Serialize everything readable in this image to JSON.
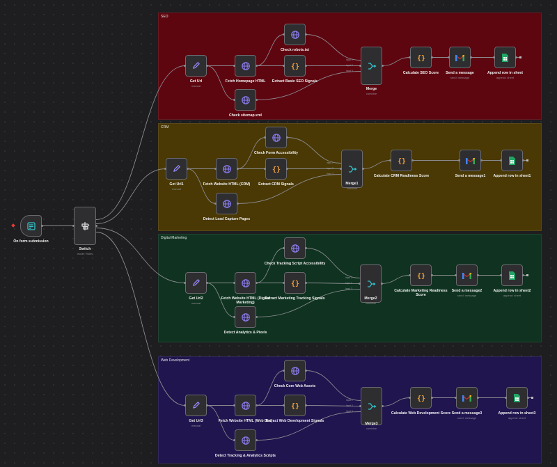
{
  "groups": [
    {
      "label": "SEO",
      "color": "#5e0610"
    },
    {
      "label": "CRM",
      "color": "#4a3905"
    },
    {
      "label": "Digital Marketing",
      "color": "#0f3320"
    },
    {
      "label": "Web Development",
      "color": "#21154f"
    }
  ],
  "trigger": {
    "label": "On form submission"
  },
  "switch": {
    "label": "Switch",
    "sub": "mode: Rules"
  },
  "seo": {
    "get_url": {
      "label": "Get Url",
      "sub": "manual"
    },
    "fetch": {
      "label": "Fetch Homepage HTML"
    },
    "robots": {
      "label": "Check robots.txt"
    },
    "extract": {
      "label": "Extract Basic SEO Signals"
    },
    "sitemap": {
      "label": "Check sitemap.xml"
    },
    "merge": {
      "label": "Merge",
      "sub": "combine"
    },
    "calc": {
      "label": "Calculate SEO Score"
    },
    "send": {
      "label": "Send a message",
      "sub": "send: message"
    },
    "append": {
      "label": "Append row in sheet",
      "sub": "append: sheet"
    }
  },
  "crm": {
    "get_url": {
      "label": "Get Url1",
      "sub": "manual"
    },
    "fetch": {
      "label": "Fetch Website HTML (CRM)"
    },
    "form": {
      "label": "Check Form Accessibility"
    },
    "extract": {
      "label": "Extract CRM Signals"
    },
    "lead": {
      "label": "Detect Lead Capture Pages"
    },
    "merge": {
      "label": "Merge1",
      "sub": "combine"
    },
    "calc": {
      "label": "Calculate CRM Readiness Score"
    },
    "send": {
      "label": "Send a message1"
    },
    "append": {
      "label": "Append row in sheet1"
    }
  },
  "dm": {
    "get_url": {
      "label": "Get Url2",
      "sub": "manual"
    },
    "fetch": {
      "label": "Fetch Website HTML (Digital Marketing)"
    },
    "tracking": {
      "label": "Check Tracking Script Accessibility"
    },
    "extract": {
      "label": "Extract Marketing Tracking Signals"
    },
    "analytics": {
      "label": "Detect Analytics & Pixels"
    },
    "merge": {
      "label": "Merge2",
      "sub": "combine"
    },
    "calc": {
      "label": "Calculate Marketing Readiness Score"
    },
    "send": {
      "label": "Send a message2",
      "sub": "send: message"
    },
    "append": {
      "label": "Append row in sheet2",
      "sub": "append: sheet"
    }
  },
  "wd": {
    "get_url": {
      "label": "Get Url3",
      "sub": "manual"
    },
    "fetch": {
      "label": "Fetch Website HTML (Web Dev)"
    },
    "core": {
      "label": "Check Core Web Assets"
    },
    "extract": {
      "label": "Extract Web Development Signals"
    },
    "scripts": {
      "label": "Detect Tracking & Analytics Scripts"
    },
    "merge": {
      "label": "Merge3",
      "sub": "combine"
    },
    "calc": {
      "label": "Calculate Web Development Score"
    },
    "send": {
      "label": "Send a message3",
      "sub": "send: message"
    },
    "append": {
      "label": "Append row in sheet3",
      "sub": "append: sheet"
    }
  },
  "merge_inputs": [
    "Input 1",
    "Input 2",
    "Input 3"
  ],
  "colors": {
    "link": "#8a8a8f",
    "edit_icon": "#9b8cff",
    "globe_icon": "#8c7cf0",
    "code_icon": "#f4a23c",
    "merge_icon": "#34c3c9",
    "sheet_icon": "#22a565",
    "trigger_icon": "#34c3c9",
    "switch_icon": "#dcdcdc"
  },
  "icons": [
    "form-icon",
    "switch-icon",
    "pencil-icon",
    "globe-icon",
    "code-icon",
    "merge-icon",
    "gmail-icon",
    "sheets-icon"
  ]
}
